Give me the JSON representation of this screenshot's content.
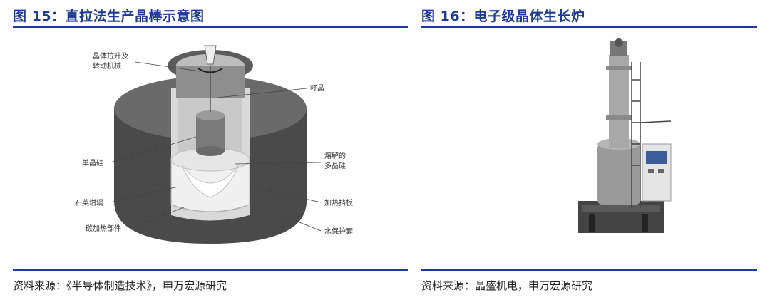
{
  "left": {
    "title": "图 15：直拉法生产晶棒示意图",
    "source": "资料来源：《半导体制造技术》，申万宏源研究",
    "diagram_labels": {
      "rotate_line1": "晶体拉升及",
      "rotate_line2": "转动机械",
      "seed": "籽晶",
      "single_crystal": "单晶硅",
      "melt_line1": "熔解的",
      "melt_line2": "多晶硅",
      "crucible": "石英坩埚",
      "baffle": "加热挡板",
      "heater": "碳加热部件",
      "jacket": "水保护套"
    }
  },
  "right": {
    "title": "图 16：电子级晶体生长炉",
    "source": "资料来源：晶盛机电，申万宏源研究"
  },
  "colors": {
    "accent": "#1f3a93"
  }
}
